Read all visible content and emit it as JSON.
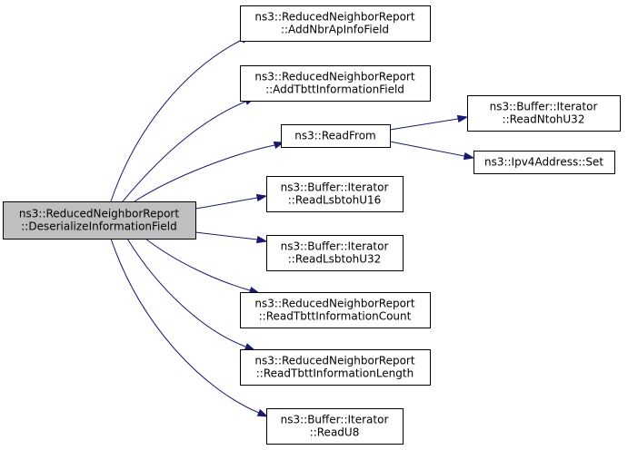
{
  "colors": {
    "root_fill": "#bfbfbf",
    "node_fill": "#ffffff",
    "edge": "#191970"
  },
  "nodes": [
    {
      "id": "deserialize",
      "lines": [
        "ns3::ReducedNeighborReport",
        "::DeserializeInformationField"
      ],
      "root": true
    },
    {
      "id": "add-nbr-ap",
      "lines": [
        "ns3::ReducedNeighborReport",
        "::AddNbrApInfoField"
      ]
    },
    {
      "id": "add-tbtt",
      "lines": [
        "ns3::ReducedNeighborReport",
        "::AddTbttInformationField"
      ]
    },
    {
      "id": "read-from",
      "lines": [
        "ns3::ReadFrom"
      ]
    },
    {
      "id": "read-ntoh-u32",
      "lines": [
        "ns3::Buffer::Iterator",
        "::ReadNtohU32"
      ]
    },
    {
      "id": "ipv4-set",
      "lines": [
        "ns3::Ipv4Address::Set"
      ]
    },
    {
      "id": "read-lsbtoh-u16",
      "lines": [
        "ns3::Buffer::Iterator",
        "::ReadLsbtohU16"
      ]
    },
    {
      "id": "read-lsbtoh-u32",
      "lines": [
        "ns3::Buffer::Iterator",
        "::ReadLsbtohU32"
      ]
    },
    {
      "id": "read-tbtt-count",
      "lines": [
        "ns3::ReducedNeighborReport",
        "::ReadTbttInformationCount"
      ]
    },
    {
      "id": "read-tbtt-length",
      "lines": [
        "ns3::ReducedNeighborReport",
        "::ReadTbttInformationLength"
      ]
    },
    {
      "id": "read-u8",
      "lines": [
        "ns3::Buffer::Iterator",
        "::ReadU8"
      ]
    }
  ],
  "edges": [
    {
      "from": "deserialize",
      "to": "add-nbr-ap"
    },
    {
      "from": "deserialize",
      "to": "add-tbtt"
    },
    {
      "from": "deserialize",
      "to": "read-from"
    },
    {
      "from": "deserialize",
      "to": "read-lsbtoh-u16"
    },
    {
      "from": "deserialize",
      "to": "read-lsbtoh-u32"
    },
    {
      "from": "deserialize",
      "to": "read-tbtt-count"
    },
    {
      "from": "deserialize",
      "to": "read-tbtt-length"
    },
    {
      "from": "deserialize",
      "to": "read-u8"
    },
    {
      "from": "read-from",
      "to": "read-ntoh-u32"
    },
    {
      "from": "read-from",
      "to": "ipv4-set"
    }
  ]
}
